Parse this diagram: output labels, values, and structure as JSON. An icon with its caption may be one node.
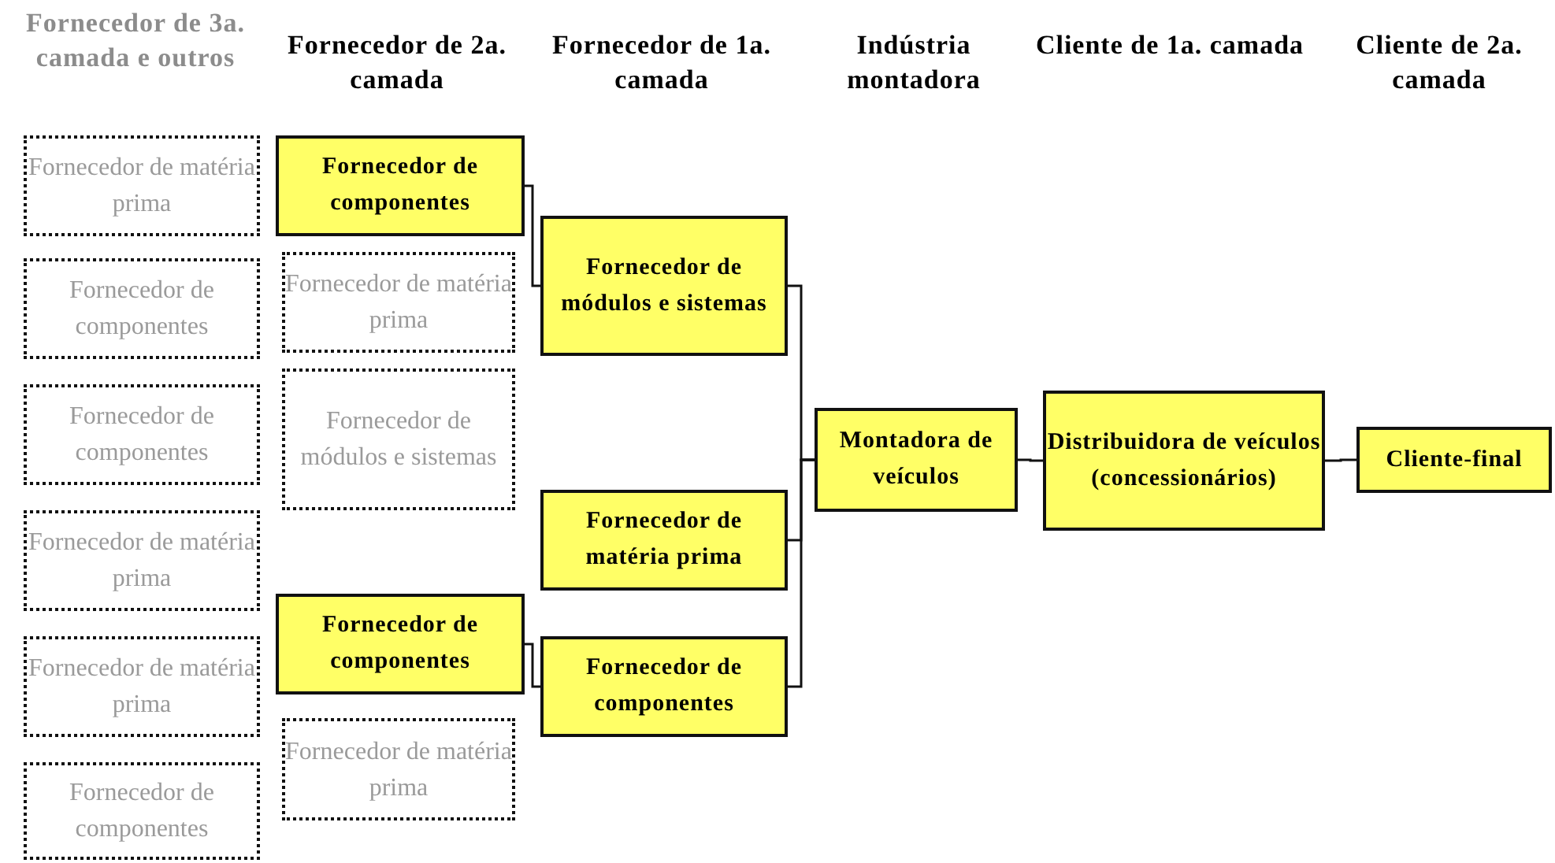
{
  "diagram": {
    "nodes": [
      {
        "text": [
          "Fornecedor de matéria prima"
        ]
      },
      {
        "text": [
          "Fornecedor de componentes"
        ]
      },
      {
        "text": [
          "Fornecedor de componentes"
        ]
      },
      {
        "text": [
          "Fornecedor de matéria prima"
        ]
      },
      {
        "text": [
          "Fornecedor de matéria prima"
        ]
      },
      {
        "text": [
          "Fornecedor de componentes"
        ]
      },
      {
        "text": [
          "Fornecedor de componentes"
        ]
      },
      {
        "text": [
          "Fornecedor de matéria prima"
        ]
      },
      {
        "text": [
          "Fornecedor de módulos  e sistemas"
        ]
      },
      {
        "text": [
          "Fornecedor de componentes"
        ]
      },
      {
        "text": [
          "Fornecedor de matéria prima"
        ]
      },
      {
        "text": [
          "Fornecedor de módulos e sistemas"
        ]
      },
      {
        "text": [
          "Fornecedor de matéria prima"
        ]
      },
      {
        "text": [
          "Fornecedor de componentes"
        ]
      },
      {
        "text": [
          "Montadora de veículos"
        ]
      },
      {
        "text": [
          "Distribuidora de veículos (concessionários)"
        ]
      },
      {
        "text": [
          "Cliente-final"
        ]
      }
    ],
    "edges": [
      {
        "from": 6,
        "to": 11,
        "arrow": "none"
      },
      {
        "from": 9,
        "to": 13,
        "arrow": "none"
      },
      {
        "from": 11,
        "to": 14,
        "arrow": "none"
      },
      {
        "from": 12,
        "to": 14,
        "arrow": "none"
      },
      {
        "from": 13,
        "to": 14,
        "arrow": "none"
      },
      {
        "from": 14,
        "to": 15,
        "arrow": "none"
      },
      {
        "from": 15,
        "to": 16,
        "arrow": "none"
      }
    ],
    "labels": [
      "Fornecedor de 3a. camada e outros",
      "Fornecedor de 2a. camada",
      "Fornecedor de 1a. camada",
      "Indústria montadora",
      "Cliente de 1a. camada",
      "Cliente de 2a. camada"
    ]
  }
}
